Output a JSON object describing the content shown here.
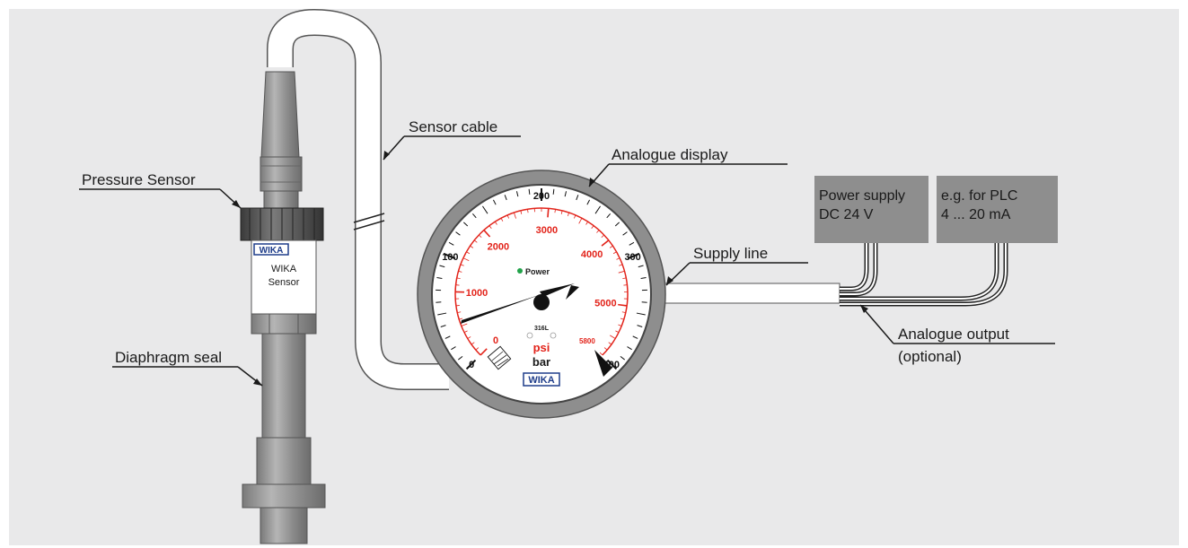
{
  "labels": {
    "pressure_sensor": "Pressure Sensor",
    "sensor_cable": "Sensor cable",
    "analogue_display": "Analogue display",
    "diaphragm_seal": "Diaphragm seal",
    "supply_line": "Supply line",
    "analogue_output": "Analogue output",
    "analogue_output_note": "(optional)"
  },
  "sensor": {
    "brand": "WIKA",
    "name_line1": "WIKA",
    "name_line2": "Sensor"
  },
  "boxes": {
    "power_supply": {
      "line1": "Power supply",
      "line2": "DC 24 V"
    },
    "plc": {
      "line1": "e.g. for PLC",
      "line2": "4 ... 20 mA"
    }
  },
  "gauge": {
    "bar_scale": [
      "0",
      "100",
      "200",
      "300",
      "400"
    ],
    "psi_scale": [
      "0",
      "1000",
      "2000",
      "3000",
      "4000",
      "5000",
      "5800"
    ],
    "power_label": "Power",
    "material_label": "316L",
    "psi_unit": "psi",
    "bar_unit": "bar",
    "brand": "WIKA"
  },
  "colors": {
    "background": "#e9e9ea",
    "device_gray": "#8e8e8e",
    "red_scale": "#e2231a",
    "power_led": "#22a34a"
  }
}
